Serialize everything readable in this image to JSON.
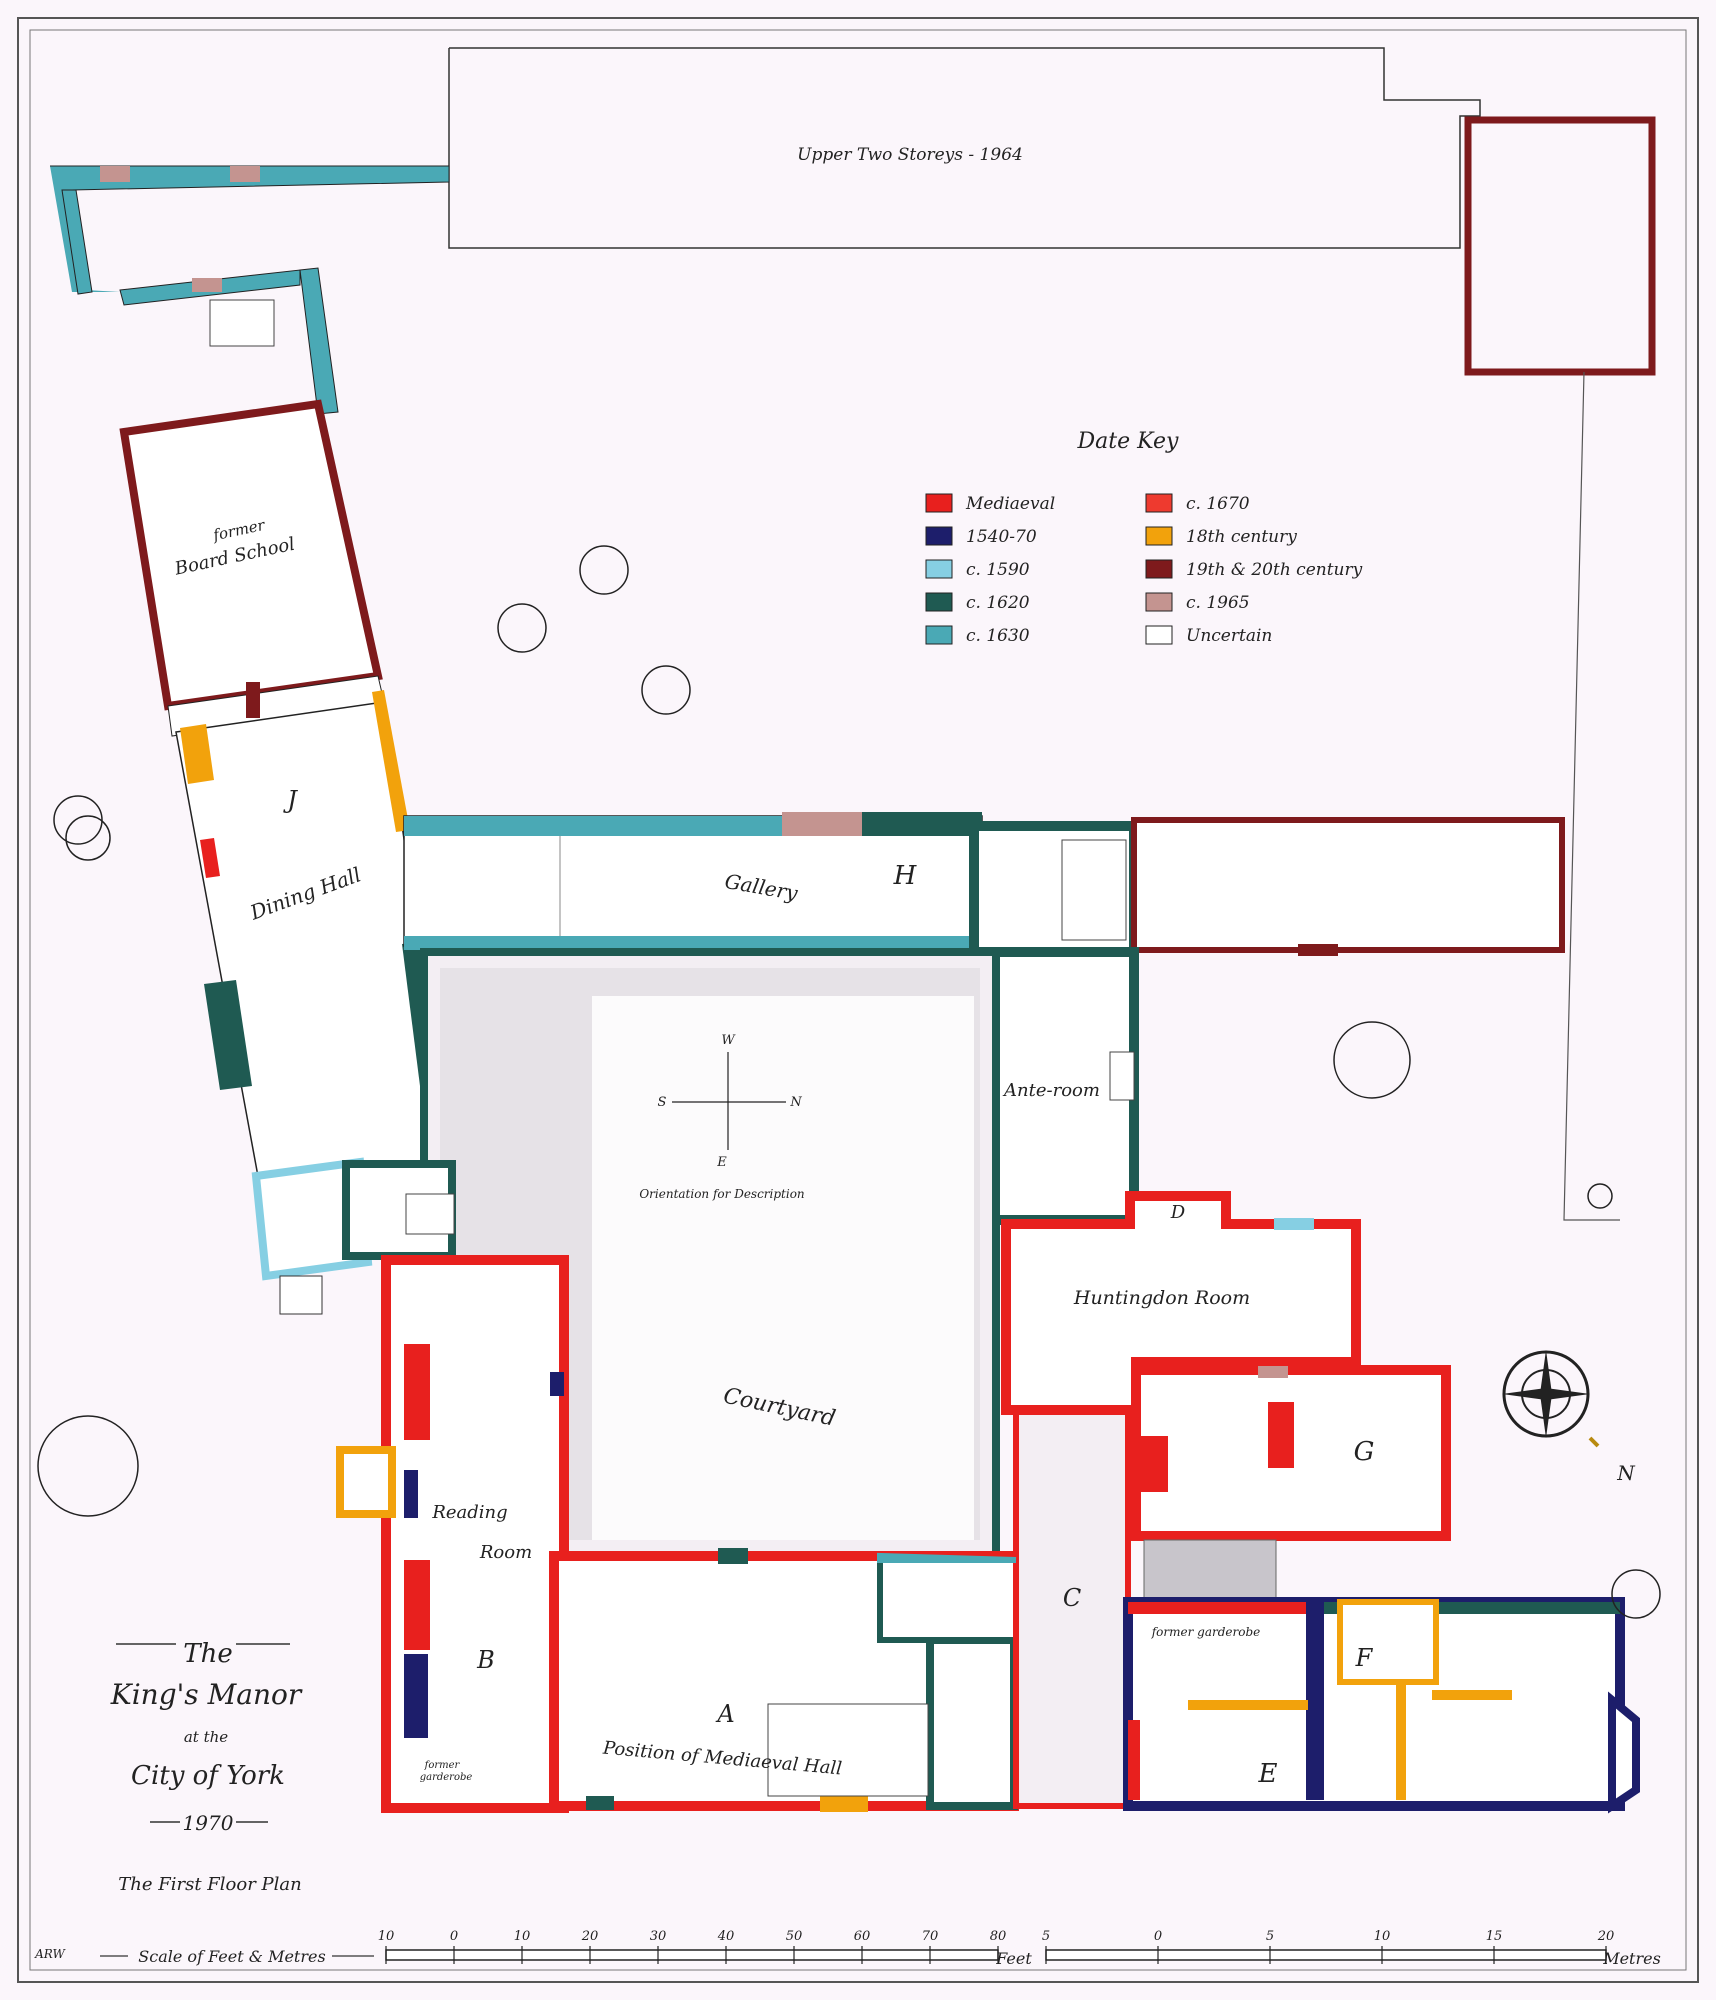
{
  "plan": {
    "upper_storeys": "Upper Two Storeys - 1964",
    "rooms": {
      "board_school": [
        "former",
        "Board School"
      ],
      "dining_hall": [
        "J",
        "Dining Hall"
      ],
      "gallery": "Gallery",
      "gallery_letter": "H",
      "ante_room": "Ante-room",
      "courtyard": "Courtyard",
      "huntingdon": "Huntingdon Room",
      "letter_d": "D",
      "letter_g": "G",
      "letter_c": "C",
      "letter_f": "F",
      "letter_e": "E",
      "letter_b": "B",
      "letter_a": "A",
      "reading_room": [
        "Reading",
        "Room"
      ],
      "former_garderobe_e": "former garderobe",
      "former_garderobe_b": [
        "former",
        "garderobe"
      ],
      "mediaeval_hall": "Position of Mediaeval Hall"
    },
    "orientation": {
      "w": "W",
      "s": "S",
      "n": "N",
      "e": "E",
      "caption": "Orientation for Description"
    },
    "compass": {
      "n": "N"
    }
  },
  "date_key": {
    "title": "Date Key",
    "entries": [
      {
        "label": "Mediaeval",
        "color": "#e8201e"
      },
      {
        "label": "1540-70",
        "color": "#1d1e6b"
      },
      {
        "label": "c. 1590",
        "color": "#86cfe3"
      },
      {
        "label": "c. 1620",
        "color": "#1f5a52"
      },
      {
        "label": "c. 1630",
        "color": "#4aa9b5"
      },
      {
        "label": "c. 1670",
        "color": "#ee3a2f"
      },
      {
        "label": "18th century",
        "color": "#f2a20c"
      },
      {
        "label": "19th & 20th century",
        "color": "#7e1a1c"
      },
      {
        "label": "c. 1965",
        "color": "#c49490"
      },
      {
        "label": "Uncertain",
        "color": "#ffffff"
      }
    ]
  },
  "title_block": {
    "line1": "The",
    "line2": "King's Manor",
    "line3": "at the",
    "line4": "City of York",
    "year": "1970",
    "subtitle": "The First Floor Plan"
  },
  "scale": {
    "label": "Scale of Feet & Metres",
    "initials": "ARW",
    "feet_ticks": [
      "10",
      "0",
      "10",
      "20",
      "30",
      "40",
      "50",
      "60",
      "70",
      "80"
    ],
    "feet_unit": "Feet",
    "metre_ticks": [
      "5",
      "0",
      "5",
      "10",
      "15",
      "20"
    ],
    "metre_unit": "Metres"
  }
}
